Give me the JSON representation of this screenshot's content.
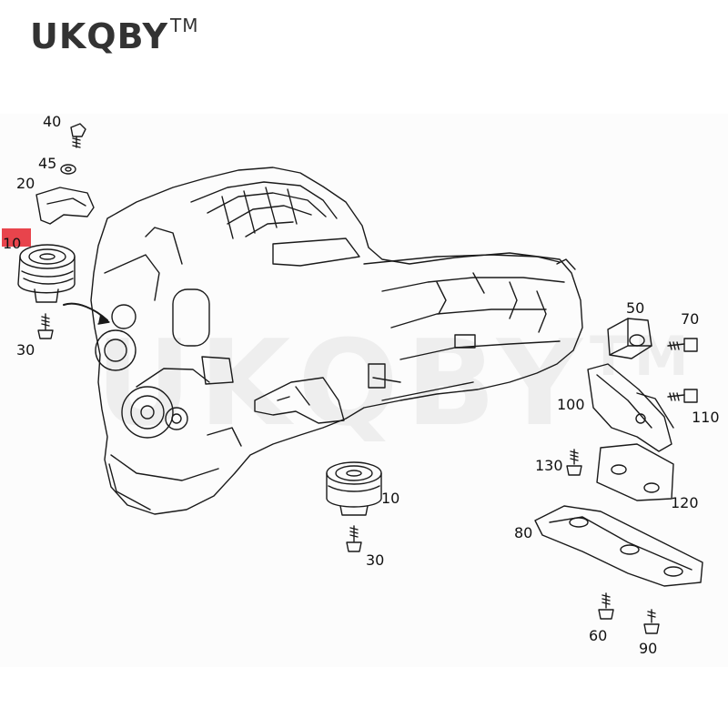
{
  "brand": {
    "name": "UKQBY",
    "tm": "TM"
  },
  "watermark": {
    "text": "UKQBY",
    "tm": "TM"
  },
  "callouts": {
    "c40": "40",
    "c45": "45",
    "c20": "20",
    "c10_left": "10",
    "c30_left": "30",
    "c50": "50",
    "c70": "70",
    "c100": "100",
    "c110": "110",
    "c130": "130",
    "c120": "120",
    "c10_center": "10",
    "c30_center": "30",
    "c80": "80",
    "c60": "60",
    "c90": "90"
  },
  "colors": {
    "highlight": "#e8444c",
    "line": "#1a1a1a"
  }
}
